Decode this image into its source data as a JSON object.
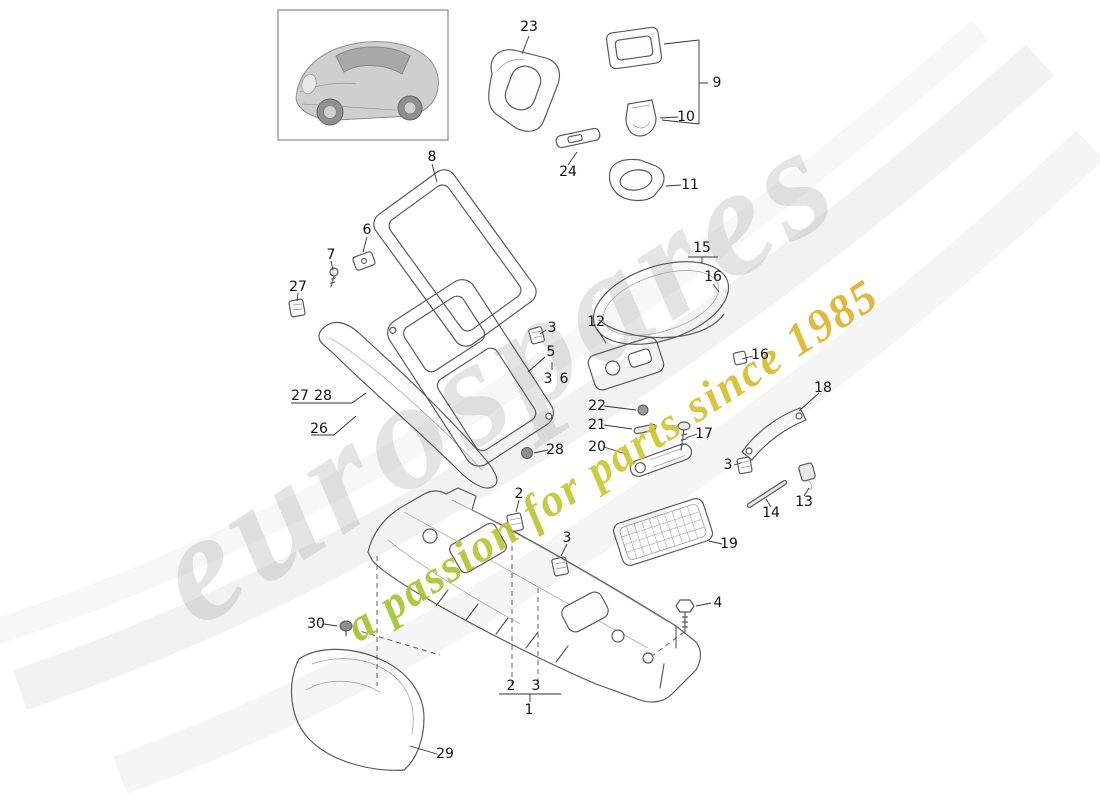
{
  "diagram": {
    "kind": "exploded-parts-diagram",
    "subject": "center console"
  },
  "watermark": {
    "brand": "eurospares",
    "tagline": "a passion for parts since 1985",
    "colors": {
      "brand_gray": "#bdbdbd",
      "tagline_green": "#b9cc2e",
      "tagline_gold": "#ddb029",
      "line": "#565656"
    }
  },
  "thumbnail": {
    "description": "vehicle reference image"
  },
  "callouts": [
    {
      "id": "23",
      "text": "23"
    },
    {
      "id": "9",
      "text": "9"
    },
    {
      "id": "10",
      "text": "10"
    },
    {
      "id": "24",
      "text": "24"
    },
    {
      "id": "11",
      "text": "11"
    },
    {
      "id": "8",
      "text": "8"
    },
    {
      "id": "6",
      "text": "6"
    },
    {
      "id": "7",
      "text": "7"
    },
    {
      "id": "15",
      "text": "15"
    },
    {
      "id": "16a",
      "text": "16"
    },
    {
      "id": "27a",
      "text": "27"
    },
    {
      "id": "3a",
      "text": "3"
    },
    {
      "id": "12",
      "text": "12"
    },
    {
      "id": "5",
      "text": "5"
    },
    {
      "id": "3b",
      "text": "3"
    },
    {
      "id": "6b",
      "text": "6"
    },
    {
      "id": "16b",
      "text": "16"
    },
    {
      "id": "22",
      "text": "22"
    },
    {
      "id": "21",
      "text": "21"
    },
    {
      "id": "20",
      "text": "20"
    },
    {
      "id": "17",
      "text": "17"
    },
    {
      "id": "18",
      "text": "18"
    },
    {
      "id": "3c",
      "text": "3"
    },
    {
      "id": "13",
      "text": "13"
    },
    {
      "id": "14",
      "text": "14"
    },
    {
      "id": "27b",
      "text": "27"
    },
    {
      "id": "28a",
      "text": "28"
    },
    {
      "id": "26",
      "text": "26"
    },
    {
      "id": "28b",
      "text": "28"
    },
    {
      "id": "2a",
      "text": "2"
    },
    {
      "id": "3d",
      "text": "3"
    },
    {
      "id": "19",
      "text": "19"
    },
    {
      "id": "4",
      "text": "4"
    },
    {
      "id": "30",
      "text": "30"
    },
    {
      "id": "2b",
      "text": "2"
    },
    {
      "id": "3e",
      "text": "3"
    },
    {
      "id": "1",
      "text": "1"
    },
    {
      "id": "29",
      "text": "29"
    }
  ]
}
